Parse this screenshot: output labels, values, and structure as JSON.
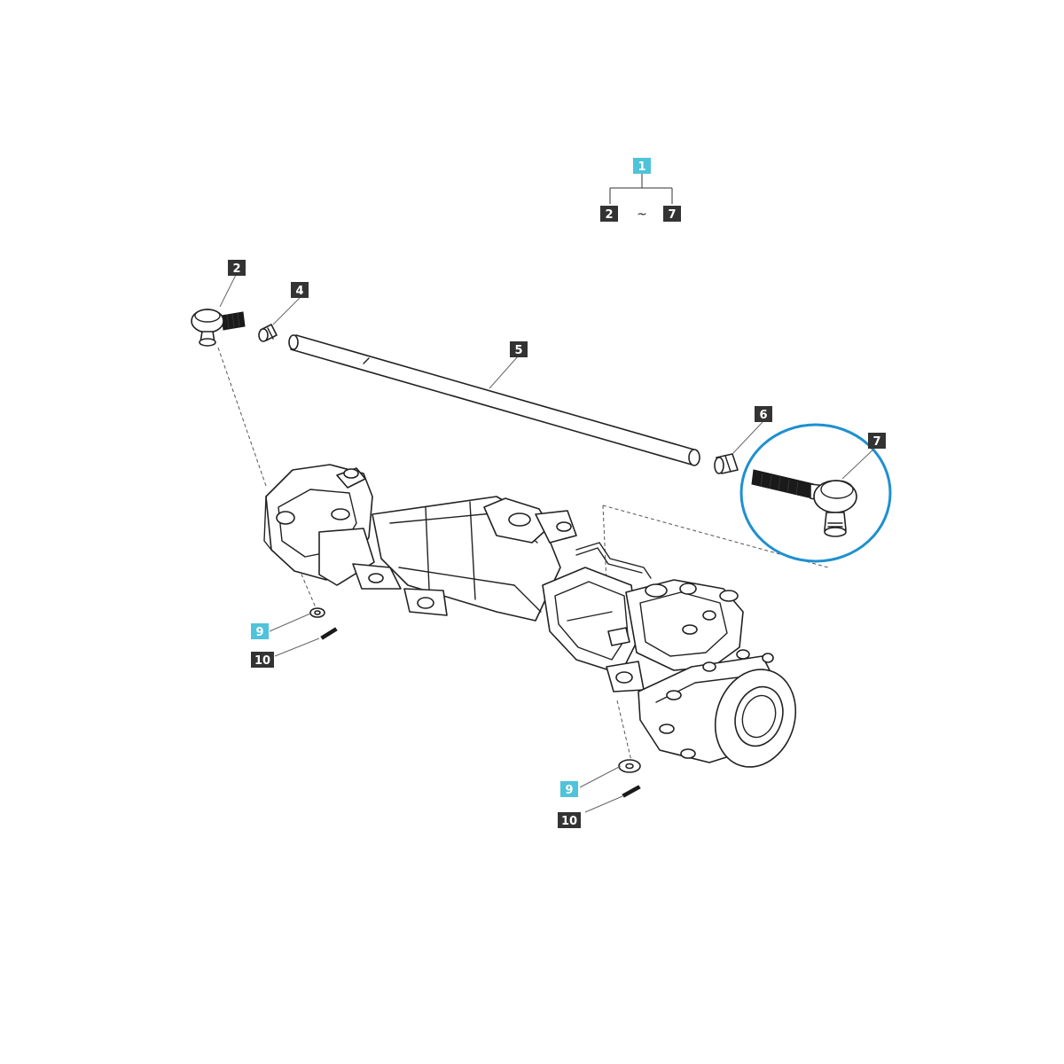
{
  "diagram": {
    "assembly_label": "1",
    "range_from": "2",
    "range_sep": "~",
    "range_to": "7",
    "colors": {
      "callout_dark": "#333333",
      "callout_highlight": "#4fc3d9",
      "highlight_ring": "#1e90d0"
    },
    "callouts": [
      {
        "id": "c2",
        "label": "2",
        "style": "dark"
      },
      {
        "id": "c4",
        "label": "4",
        "style": "dark"
      },
      {
        "id": "c5",
        "label": "5",
        "style": "dark"
      },
      {
        "id": "c6",
        "label": "6",
        "style": "dark"
      },
      {
        "id": "c7",
        "label": "7",
        "style": "dark"
      },
      {
        "id": "c9a",
        "label": "9",
        "style": "highlight"
      },
      {
        "id": "c10a",
        "label": "10",
        "style": "dark"
      },
      {
        "id": "c9b",
        "label": "9",
        "style": "highlight"
      },
      {
        "id": "c10b",
        "label": "10",
        "style": "dark"
      }
    ]
  }
}
